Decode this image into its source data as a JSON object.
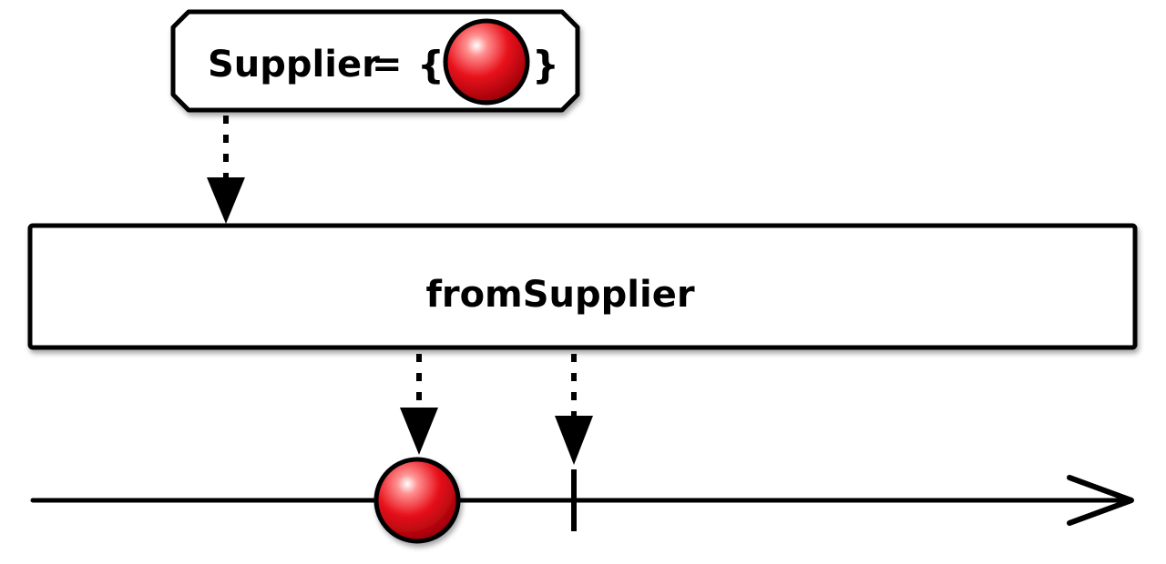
{
  "supplier_box": {
    "label": "Supplier",
    "equals": "=",
    "brace_open": "{",
    "brace_close": "}",
    "item_color": "#e8121c"
  },
  "operator_box": {
    "label": "fromSupplier"
  },
  "timeline": {
    "emission_color": "#e8121c",
    "completion_marker": "vertical-tick",
    "direction_icon": "open-arrowhead-icon"
  },
  "colors": {
    "stroke": "#000000",
    "box_fill": "#ffffff",
    "shadow": "#9a9a9a"
  }
}
